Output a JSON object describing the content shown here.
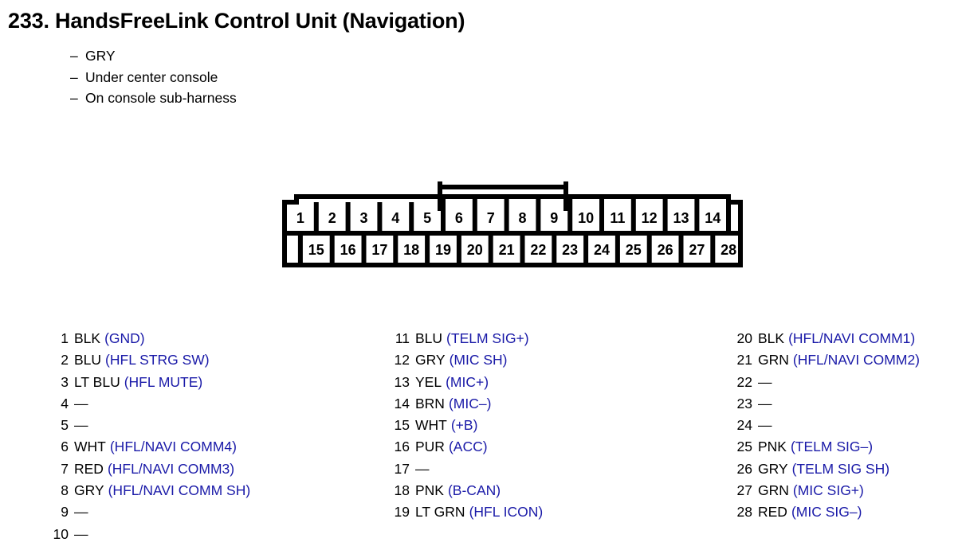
{
  "title": "233. HandsFreeLink Control Unit (Navigation)",
  "notes": [
    {
      "dash": "–",
      "text": "GRY"
    },
    {
      "dash": "–",
      "text": "Under center console"
    },
    {
      "dash": "–",
      "text": "On console sub-harness"
    }
  ],
  "connector": {
    "name": "28-pin-connector",
    "top_row_pins": [
      "1",
      "2",
      "3",
      "4",
      "5",
      "6",
      "7",
      "8",
      "9",
      "10",
      "11",
      "12",
      "13",
      "14"
    ],
    "bottom_row_pins": [
      "15",
      "16",
      "17",
      "18",
      "19",
      "20",
      "21",
      "22",
      "23",
      "24",
      "25",
      "26",
      "27",
      "28"
    ],
    "outline_color": "#000000",
    "fill_color": "#ffffff"
  },
  "colors": {
    "signal_blue": "#1a1aa8",
    "text_black": "#000000",
    "background": "#ffffff"
  },
  "empty_marker": "—",
  "pin_columns": [
    {
      "name": "pin-column-1",
      "rows": [
        {
          "num": "1",
          "color": "BLK",
          "signal": "(GND)"
        },
        {
          "num": "2",
          "color": "BLU",
          "signal": "(HFL STRG SW)"
        },
        {
          "num": "3",
          "color": "LT BLU",
          "signal": "(HFL MUTE)"
        },
        {
          "num": "4",
          "color": "",
          "signal": ""
        },
        {
          "num": "5",
          "color": "",
          "signal": ""
        },
        {
          "num": "6",
          "color": "WHT",
          "signal": "(HFL/NAVI COMM4)"
        },
        {
          "num": "7",
          "color": "RED",
          "signal": "(HFL/NAVI COMM3)"
        },
        {
          "num": "8",
          "color": "GRY",
          "signal": "(HFL/NAVI COMM SH)"
        },
        {
          "num": "9",
          "color": "",
          "signal": ""
        },
        {
          "num": "10",
          "color": "",
          "signal": ""
        }
      ]
    },
    {
      "name": "pin-column-2",
      "rows": [
        {
          "num": "11",
          "color": "BLU",
          "signal": "(TELM SIG+)"
        },
        {
          "num": "12",
          "color": "GRY",
          "signal": "(MIC SH)"
        },
        {
          "num": "13",
          "color": "YEL",
          "signal": "(MIC+)"
        },
        {
          "num": "14",
          "color": "BRN",
          "signal": "(MIC–)"
        },
        {
          "num": "15",
          "color": "WHT",
          "signal": "(+B)"
        },
        {
          "num": "16",
          "color": "PUR",
          "signal": "(ACC)"
        },
        {
          "num": "17",
          "color": "",
          "signal": ""
        },
        {
          "num": "18",
          "color": "PNK",
          "signal": "(B-CAN)"
        },
        {
          "num": "19",
          "color": "LT GRN",
          "signal": "(HFL ICON)"
        }
      ]
    },
    {
      "name": "pin-column-3",
      "rows": [
        {
          "num": "20",
          "color": "BLK",
          "signal": "(HFL/NAVI COMM1)"
        },
        {
          "num": "21",
          "color": "GRN",
          "signal": "(HFL/NAVI COMM2)"
        },
        {
          "num": "22",
          "color": "",
          "signal": ""
        },
        {
          "num": "23",
          "color": "",
          "signal": ""
        },
        {
          "num": "24",
          "color": "",
          "signal": ""
        },
        {
          "num": "25",
          "color": "PNK",
          "signal": "(TELM SIG–)"
        },
        {
          "num": "26",
          "color": "GRY",
          "signal": "(TELM SIG SH)"
        },
        {
          "num": "27",
          "color": "GRN",
          "signal": "(MIC SIG+)"
        },
        {
          "num": "28",
          "color": "RED",
          "signal": "(MIC SIG–)"
        }
      ]
    }
  ]
}
